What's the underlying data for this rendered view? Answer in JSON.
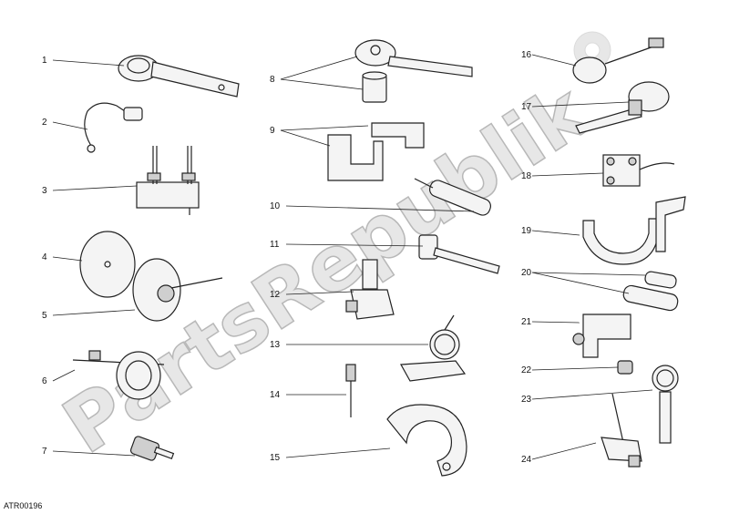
{
  "watermark": {
    "text": "PartsRepublik"
  },
  "drawing_code": "ATR00196",
  "callouts": [
    "1",
    "2",
    "3",
    "4",
    "5",
    "6",
    "7",
    "8",
    "9",
    "10",
    "11",
    "12",
    "13",
    "14",
    "15",
    "16",
    "17",
    "18",
    "19",
    "20",
    "21",
    "22",
    "23",
    "24"
  ]
}
